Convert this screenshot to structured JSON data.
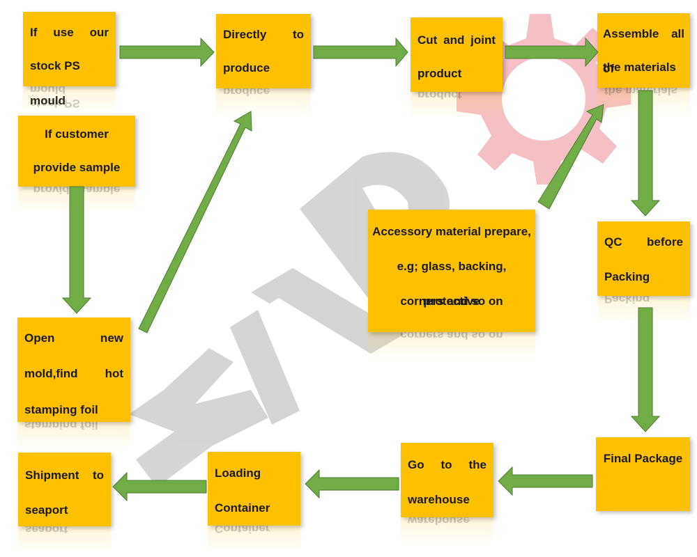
{
  "diagram": {
    "boxes": {
      "stock_mould": "If use our stock PS mould",
      "stock_mould_line1": "If use our",
      "stock_mould_line2": "stock PS mould",
      "directly_produce_line1": "Directly to",
      "directly_produce_line2": "produce",
      "cut_joint_line1": "Cut and joint",
      "cut_joint_line2": "product",
      "assemble_line1": "Assemble all of",
      "assemble_line2": "the materials",
      "customer_sample_line1": "If customer",
      "customer_sample_line2": "provide sample",
      "accessory_line1": "Accessory material prepare,",
      "accessory_line2": "e.g; glass, backing, protective",
      "accessory_line3": "corners and so on",
      "qc_line1": "QC before",
      "qc_line2": "Packing",
      "open_mold_line1": "Open new",
      "open_mold_line2": "mold,find hot",
      "open_mold_line3": "stamping foil",
      "final_package": "Final Package",
      "warehouse_line1": "Go to the",
      "warehouse_line2": "warehouse",
      "loading_line1": "Loading",
      "loading_line2": "Container",
      "shipment_line1": "Shipment to",
      "shipment_line2": "seaport"
    },
    "colors": {
      "box_fill": "#ffc000",
      "arrow_fill": "#70ad47",
      "watermark_gray": "#bfbfbf",
      "gear_pink": "#f4b6bb"
    },
    "watermark_icons": [
      "gear-icon",
      "ykb-logo"
    ]
  }
}
